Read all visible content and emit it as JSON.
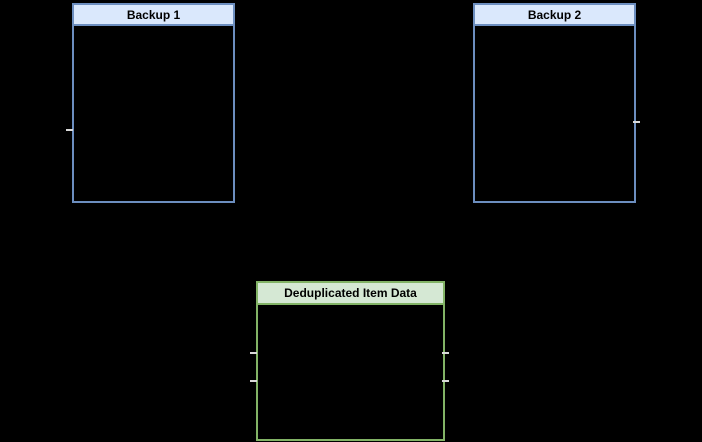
{
  "diagram": {
    "background_color": "#000000",
    "boxes": [
      {
        "id": "backup1",
        "title": "Backup 1",
        "header_bg": "#dae8fc",
        "border_color": "#6c8ebf",
        "body_bg": "#000000"
      },
      {
        "id": "backup2",
        "title": "Backup 2",
        "header_bg": "#dae8fc",
        "border_color": "#6c8ebf",
        "body_bg": "#000000"
      },
      {
        "id": "dedup",
        "title": "Deduplicated Item Data",
        "header_bg": "#d5e8d4",
        "border_color": "#82b366",
        "body_bg": "#000000"
      }
    ]
  }
}
